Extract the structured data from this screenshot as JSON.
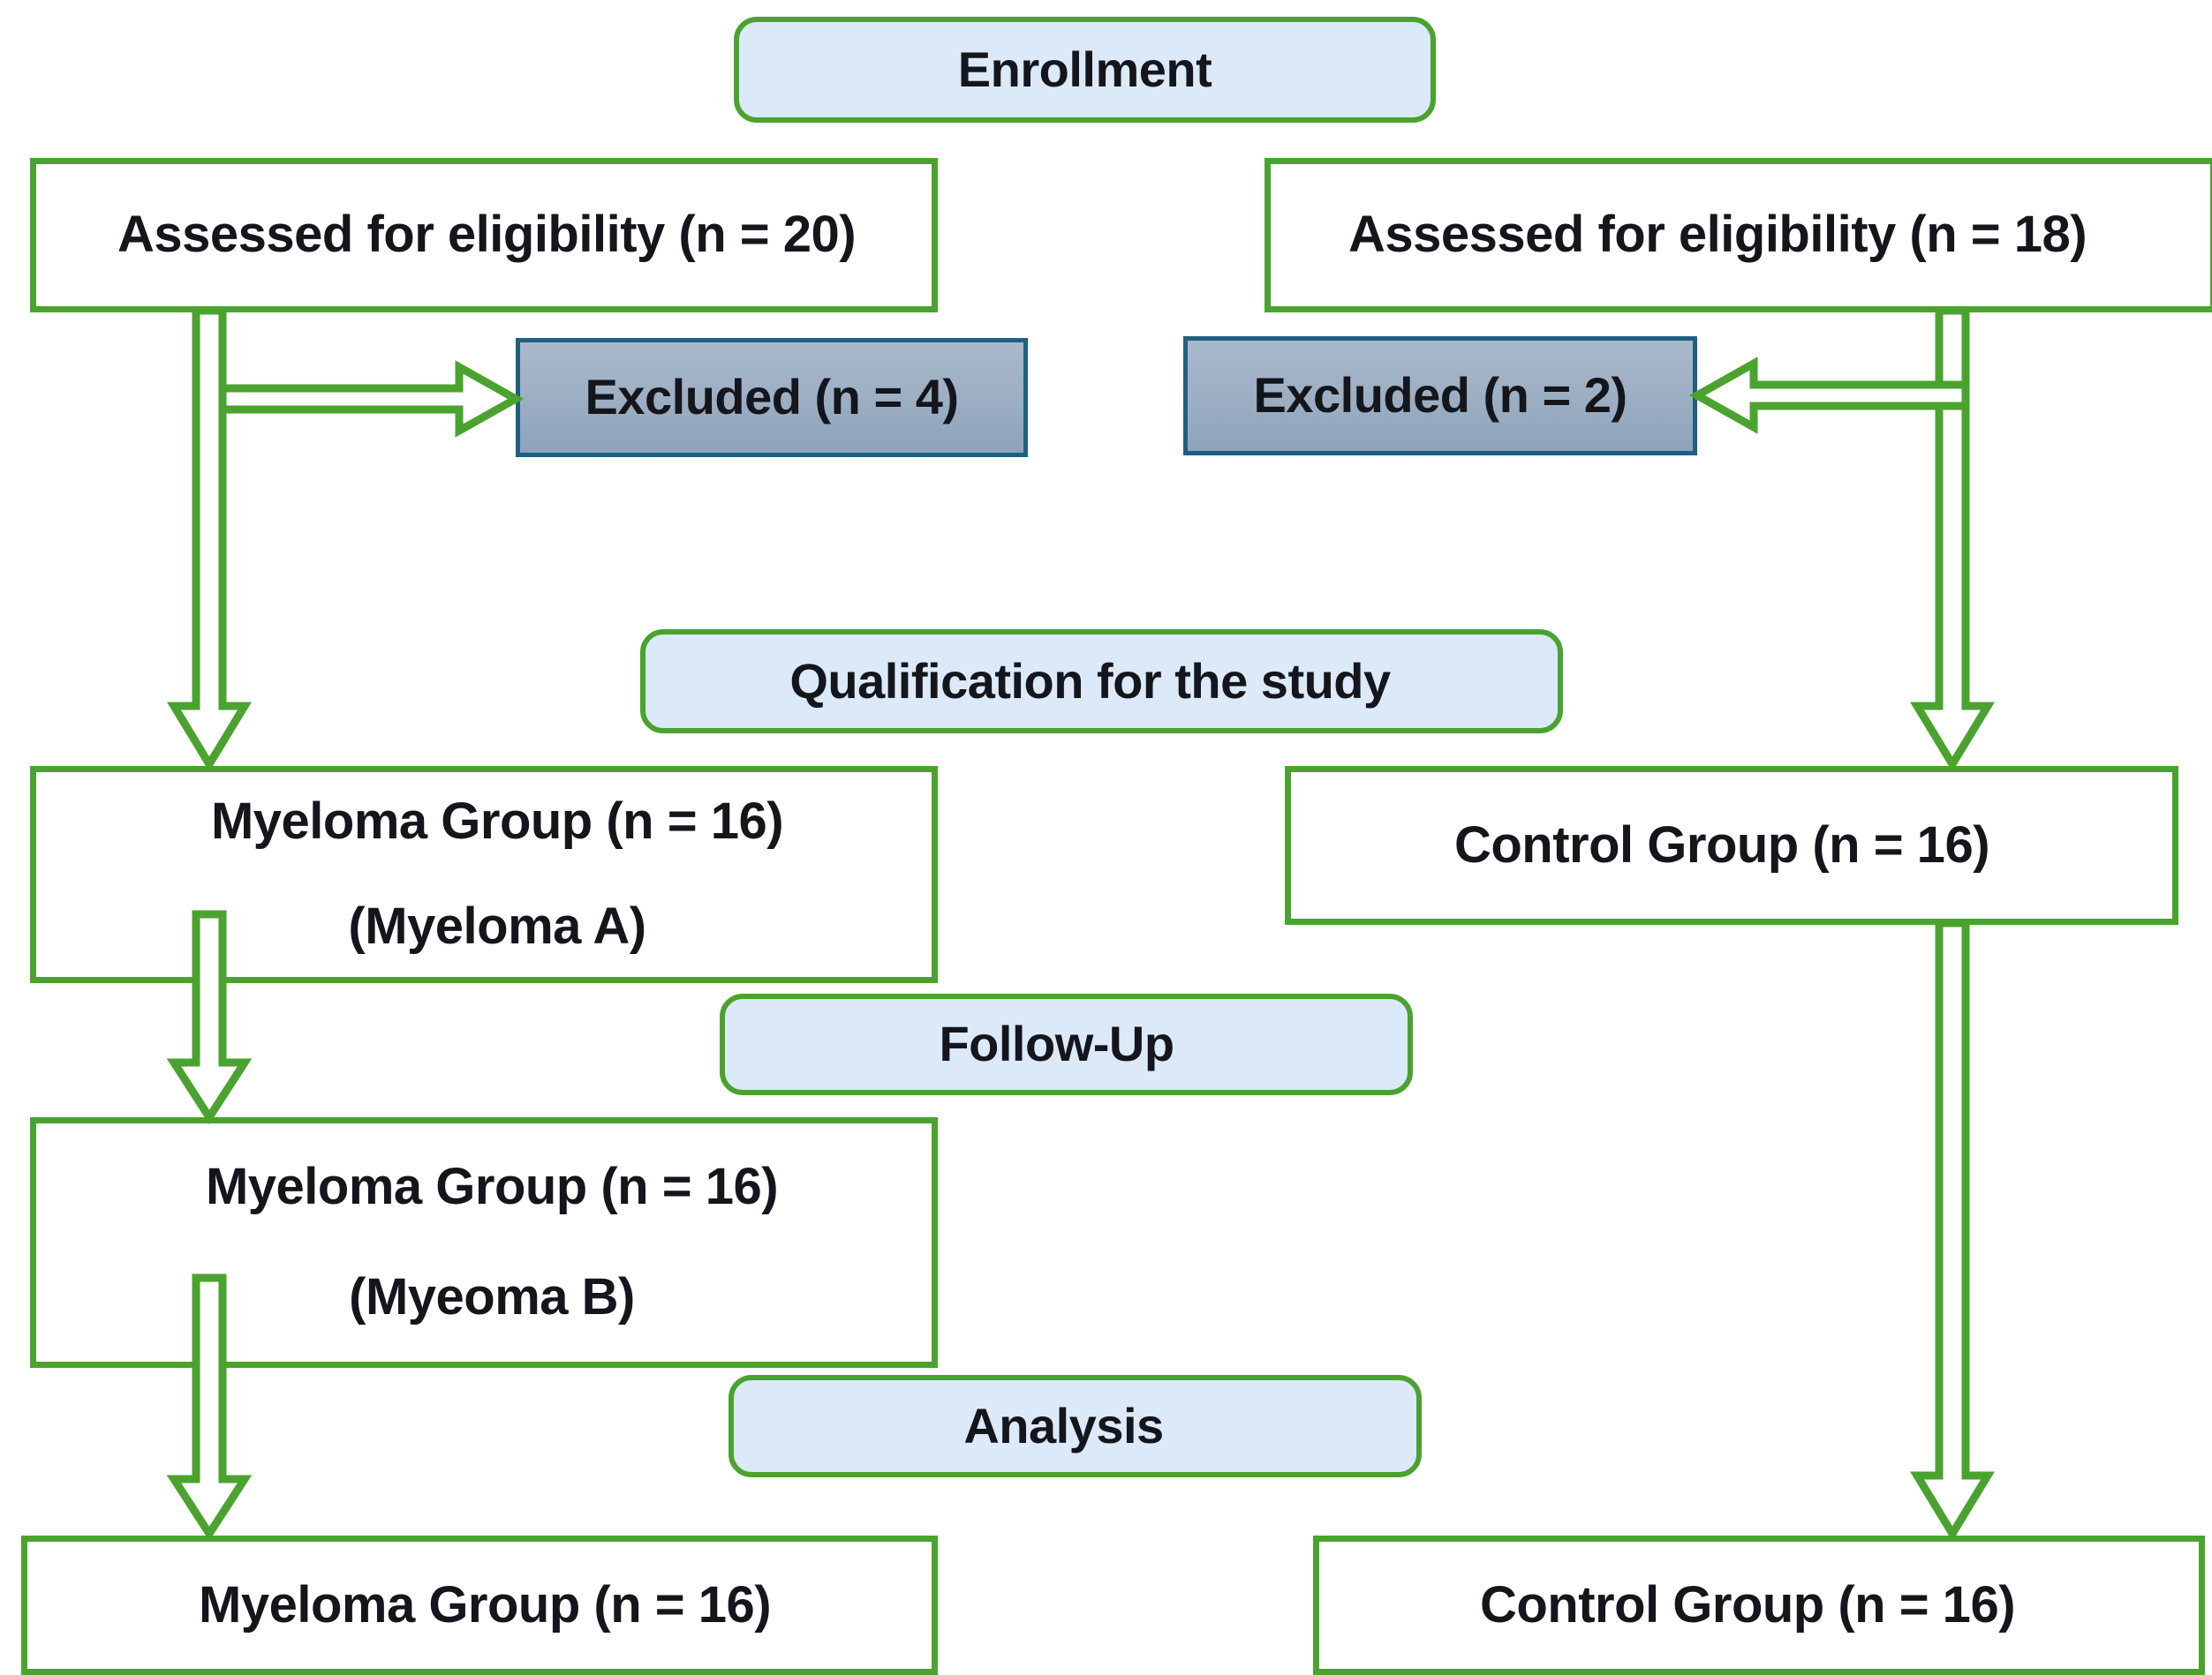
{
  "diagram": {
    "title": "CONSORT participant flow diagram",
    "type": "flowchart",
    "colors": {
      "border_green": "#4ba32f",
      "banner_fill": "#dce9f8",
      "excluded_fill_top": "#a9b8ca",
      "excluded_fill_bottom": "#8ca3bc",
      "excluded_border": "#1f6080",
      "text": "#14161c",
      "arrow_outline": "#4ba32f",
      "arrow_fill": "#ffffff"
    }
  },
  "stages": {
    "enrollment": "Enrollment",
    "qualification": "Qualification for the study",
    "followup": "Follow-Up",
    "analysis": "Analysis"
  },
  "nodes": {
    "assessed_left": "Assessed for eligibility (n = 20)",
    "assessed_right": "Assessed for eligibility (n = 18)",
    "excluded_left": "Excluded (n = 4)",
    "excluded_right": "Excluded (n = 2)",
    "myeloma_a_line1": "Myeloma Group (n = 16)",
    "myeloma_a_line2": "(Myeloma A)",
    "control_mid": "Control Group (n = 16)",
    "myeloma_b_line1": "Myeloma Group (n = 16)",
    "myeloma_b_line2": "(Myeoma B)",
    "myeloma_final": "Myeloma Group (n = 16)",
    "control_final": "Control Group (n = 16)"
  },
  "arrows": {
    "left_down_to_myeloma": "arrow-down",
    "left_right_to_excluded": "arrow-right",
    "right_down_to_control": "arrow-down",
    "right_left_to_excluded": "arrow-left",
    "myeloma_a_to_b": "arrow-down",
    "myeloma_b_to_final": "arrow-down",
    "control_mid_to_final": "arrow-down"
  }
}
